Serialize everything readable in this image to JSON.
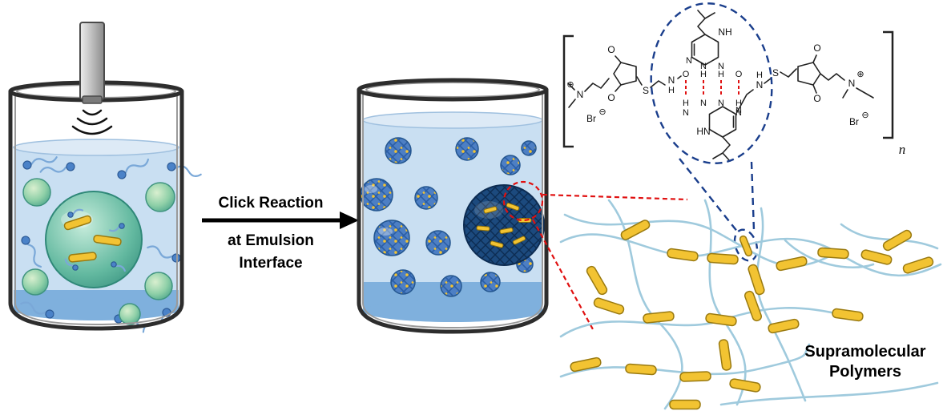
{
  "arrow_label": {
    "line1": "Click Reaction",
    "line2": "at Emulsion",
    "line3": "Interface"
  },
  "network_label": {
    "line1": "Supramolecular",
    "line2": "Polymers"
  },
  "structure": {
    "repeat_subscript": "n",
    "atoms": {
      "N": "N",
      "O": "O",
      "S": "S",
      "H": "H",
      "NH": "NH",
      "HN": "HN",
      "Br": "Br",
      "plus": "⊕",
      "minus": "⊖"
    }
  },
  "colors": {
    "liquid-blue": "#c9dff2",
    "liquid-deep": "#7fb0dd",
    "surface-blue": "#ddeaf6",
    "droplet-green": "#5cae8f",
    "rod-yellow": "#f2c332",
    "sphere-blue": "#4d7fc4",
    "sphere-dark": "#1c4a7e",
    "hbond-red": "#e01010",
    "callout-blue": "#1a3e8c",
    "strand-blue": "#9fcadd"
  }
}
